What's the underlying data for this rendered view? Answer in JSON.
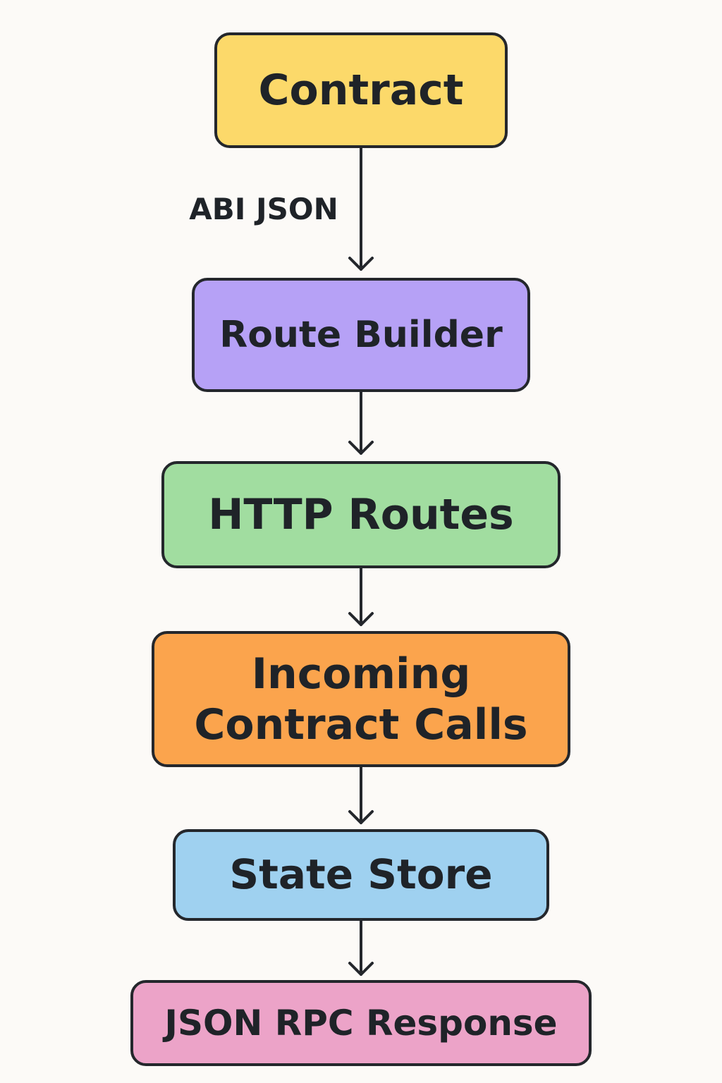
{
  "colors": {
    "background": "#fcfaf7",
    "border": "#24272c",
    "text": "#1f2328"
  },
  "nodes": [
    {
      "id": "contract",
      "label": "Contract",
      "color": "#fcd96a"
    },
    {
      "id": "route-builder",
      "label": "Route Builder",
      "color": "#b6a1f6"
    },
    {
      "id": "http-routes",
      "label": "HTTP Routes",
      "color": "#a1dda0"
    },
    {
      "id": "incoming-contract-calls",
      "label_lines": [
        "Incoming",
        "Contract Calls"
      ],
      "color": "#fba44d"
    },
    {
      "id": "state-store",
      "label": "State Store",
      "color": "#9fd1f0"
    },
    {
      "id": "json-rpc-response",
      "label": "JSON RPC Response",
      "color": "#eca3c8"
    }
  ],
  "edges": [
    {
      "from": "contract",
      "to": "route-builder",
      "label": "ABI JSON"
    },
    {
      "from": "route-builder",
      "to": "http-routes"
    },
    {
      "from": "http-routes",
      "to": "incoming-contract-calls"
    },
    {
      "from": "incoming-contract-calls",
      "to": "state-store"
    },
    {
      "from": "state-store",
      "to": "json-rpc-response"
    }
  ]
}
